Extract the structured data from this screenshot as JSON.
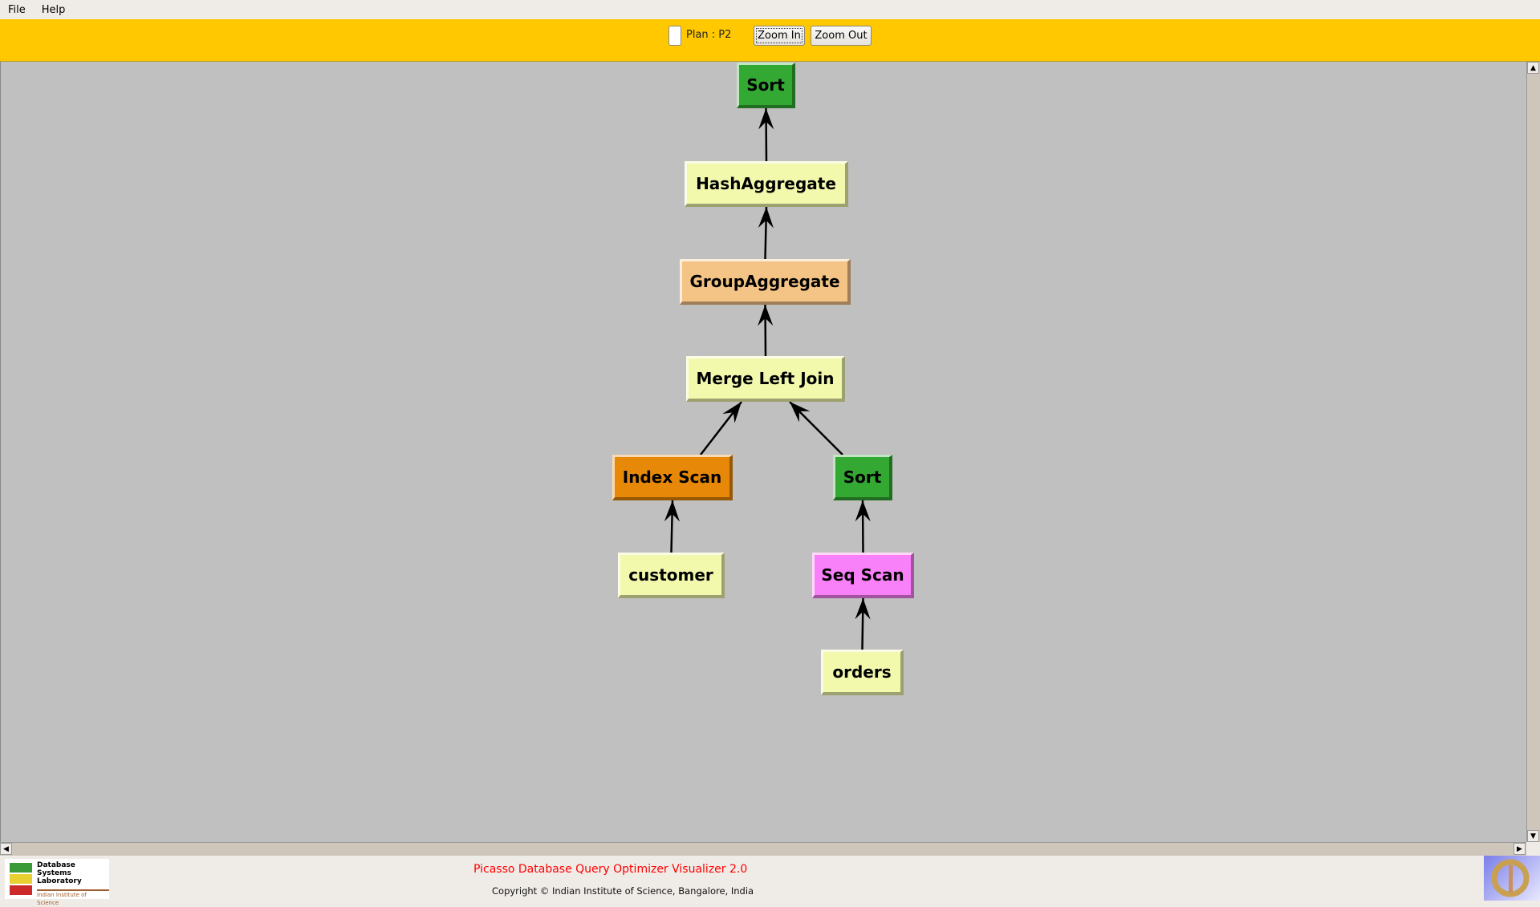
{
  "menu": [
    "File",
    "Help"
  ],
  "toolbar": {
    "plan_label": "Plan : P2",
    "zoom_in": "Zoom In",
    "zoom_out": "Zoom Out"
  },
  "nodes": [
    {
      "id": "sort-top",
      "label": "Sort",
      "color": "#33a833"
    },
    {
      "id": "hashagg",
      "label": "HashAggregate",
      "color": "#f2f8ac"
    },
    {
      "id": "groupagg",
      "label": "GroupAggregate",
      "color": "#f4c486"
    },
    {
      "id": "mergejoin",
      "label": "Merge Left Join",
      "color": "#f2f8ac"
    },
    {
      "id": "indexscan",
      "label": "Index Scan",
      "color": "#e88808"
    },
    {
      "id": "sort2",
      "label": "Sort",
      "color": "#33a833"
    },
    {
      "id": "customer",
      "label": "customer",
      "color": "#f2f8ac"
    },
    {
      "id": "seqscan",
      "label": "Seq Scan",
      "color": "#f880f8"
    },
    {
      "id": "orders",
      "label": "orders",
      "color": "#f2f8ac"
    }
  ],
  "edges": [
    [
      "hashagg",
      "sort-top"
    ],
    [
      "groupagg",
      "hashagg"
    ],
    [
      "mergejoin",
      "groupagg"
    ],
    [
      "indexscan",
      "mergejoin"
    ],
    [
      "sort2",
      "mergejoin"
    ],
    [
      "customer",
      "indexscan"
    ],
    [
      "seqscan",
      "sort2"
    ],
    [
      "orders",
      "seqscan"
    ]
  ],
  "footer": {
    "logo_text": "Database Systems Laboratory",
    "logo_sub": "Indian Institute of Science",
    "title": "Picasso Database Query Optimizer Visualizer 2.0",
    "copyright": "Copyright © Indian Institute of Science, Bangalore, India"
  }
}
